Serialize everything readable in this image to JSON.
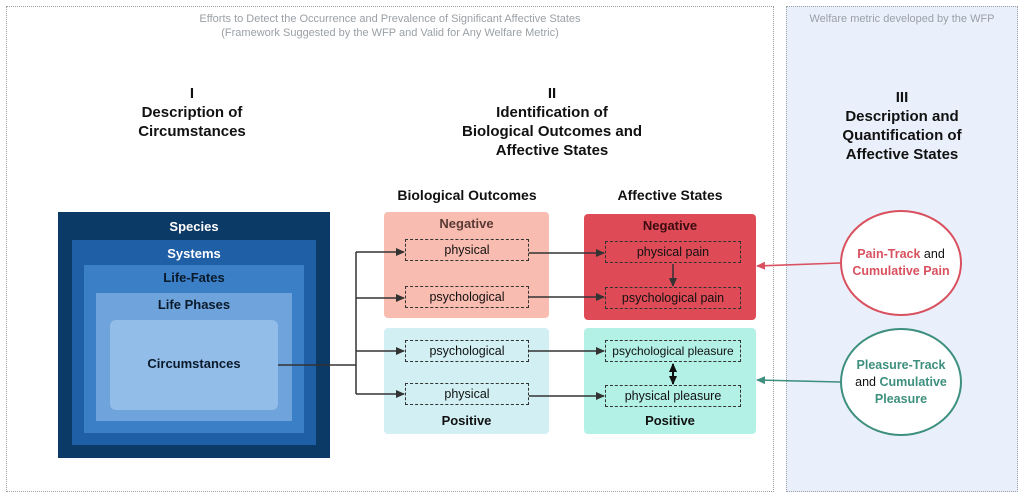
{
  "frame_left_caption_line1": "Efforts to Detect the Occurrence and Prevalence of Significant Affective States",
  "frame_left_caption_line2": "(Framework Suggested by the WFP and Valid for Any Welfare Metric)",
  "frame_right_caption": "Welfare metric developed by the WFP",
  "section1": {
    "numeral": "I",
    "title_line1": "Description of",
    "title_line2": "Circumstances"
  },
  "section2": {
    "numeral": "II",
    "title_line1": "Identification of",
    "title_line2": "Biological Outcomes and",
    "title_line3": "Affective States"
  },
  "section3": {
    "numeral": "III",
    "title_line1": "Description and",
    "title_line2": "Quantification of",
    "title_line3": "Affective States"
  },
  "nested": {
    "species": "Species",
    "systems": "Systems",
    "life_fates": "Life-Fates",
    "life_phases": "Life Phases",
    "circumstances": "Circumstances"
  },
  "biological_outcomes": {
    "header": "Biological Outcomes",
    "negative": {
      "title": "Negative",
      "items": [
        "physical",
        "psychological"
      ]
    },
    "positive": {
      "title": "Positive",
      "items": [
        "psychological",
        "physical"
      ]
    }
  },
  "affective_states": {
    "header": "Affective States",
    "negative": {
      "title": "Negative",
      "items": [
        "physical pain",
        "psychological pain"
      ]
    },
    "positive": {
      "title": "Positive",
      "items": [
        "psychological pleasure",
        "physical pleasure"
      ]
    }
  },
  "pain_track": {
    "bold1": "Pain-Track",
    "mid": " and",
    "bold2": "Cumulative Pain"
  },
  "pleasure_track": {
    "bold1": "Pleasure-Track",
    "mid": "and ",
    "bold2": "Cumulative",
    "bold3": "Pleasure"
  },
  "colors": {
    "species": "#0b3a66",
    "systems": "#1f5fa6",
    "life_fates": "#3b7fc6",
    "life_phases": "#6ea3dc",
    "circumstances": "#93bde9",
    "bio_negative": "#f9bcb0",
    "bio_positive": "#d2f0f4",
    "aff_negative": "#de4b57",
    "aff_positive": "#b3f1e6",
    "pain": "#d9515f",
    "pleasure": "#3d8f7e"
  }
}
